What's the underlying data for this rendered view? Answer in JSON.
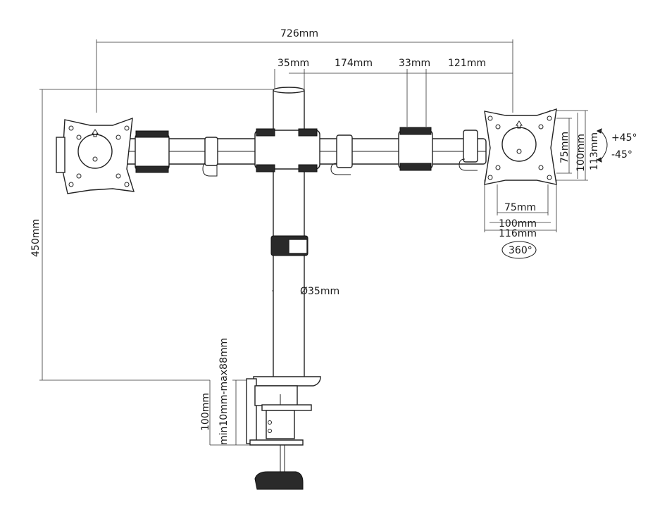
{
  "dimensions": {
    "total_width": "726mm",
    "pole_offset": "35mm",
    "arm_segment": "174mm",
    "joint_width": "33mm",
    "end_segment": "121mm",
    "height": "450mm",
    "pole_diameter": "Ø35mm",
    "clamp_depth": "100mm",
    "desk_thickness": "min10mm-max88mm",
    "vesa_small_w": "75mm",
    "vesa_large_w": "100mm",
    "plate_width": "116mm",
    "vesa_small_h": "75mm",
    "vesa_large_h": "100mm",
    "plate_height": "113mm",
    "tilt_up": "+45°",
    "tilt_down": "-45°",
    "rotation": "360°"
  },
  "parts": {
    "left_vesa_plate": "vesa-plate",
    "right_vesa_plate": "vesa-plate",
    "pole": "pole",
    "desk_clamp": "clamp"
  }
}
